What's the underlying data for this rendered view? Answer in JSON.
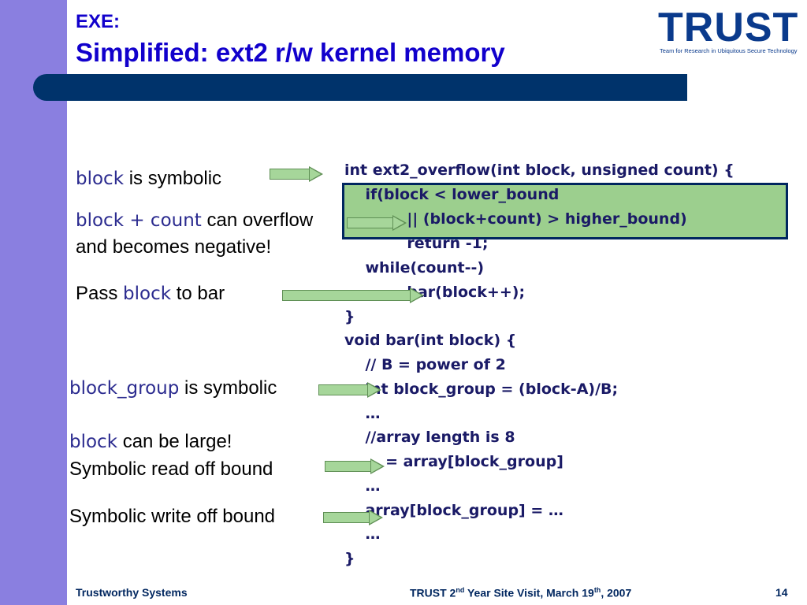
{
  "slide": {
    "kicker": "EXE:",
    "title": "Simplified: ext2 r/w kernel memory"
  },
  "logo": {
    "text": "TRUST",
    "tagline": "Team for Research in Ubiquitous Secure Technology"
  },
  "notes": {
    "n1": {
      "sym": "block",
      "text": " is symbolic"
    },
    "n2": {
      "sym1": "block + count",
      "text1": " can overflow",
      "text2": "and becomes negative!"
    },
    "n3": {
      "pre": "Pass ",
      "sym": "block",
      "post": " to bar"
    },
    "n4": {
      "sym": "block_group",
      "text": " is symbolic"
    },
    "n5": {
      "sym": "block",
      "text": " can be large!"
    },
    "n6": {
      "text": "Symbolic read off bound"
    },
    "n7": {
      "text": "Symbolic write off bound"
    }
  },
  "code": [
    "int ext2_overflow(int block, unsigned count) {",
    "    if(block < lower_bound",
    "            || (block+count) > higher_bound)",
    "            return -1;",
    "    while(count--)",
    "            bar(block++);",
    "}",
    "void bar(int block) {",
    "    // B = power of 2",
    "    int block_group = (block-A)/B;",
    "    …",
    "    //array length is 8",
    "    … = array[block_group]",
    "    …",
    "    array[block_group] = …",
    "    …",
    "}"
  ],
  "footer": {
    "left": "Trustworthy Systems",
    "center_a": "TRUST 2",
    "center_sup1": "nd",
    "center_b": " Year Site Visit, March 19",
    "center_sup2": "th",
    "center_c": ", 2007",
    "page": "14"
  },
  "colors": {
    "title": "#1100cc",
    "band": "#8a7fe0",
    "bar": "#00336b",
    "highlight": "#9ccf8e",
    "arrow": "#a6d69a"
  }
}
